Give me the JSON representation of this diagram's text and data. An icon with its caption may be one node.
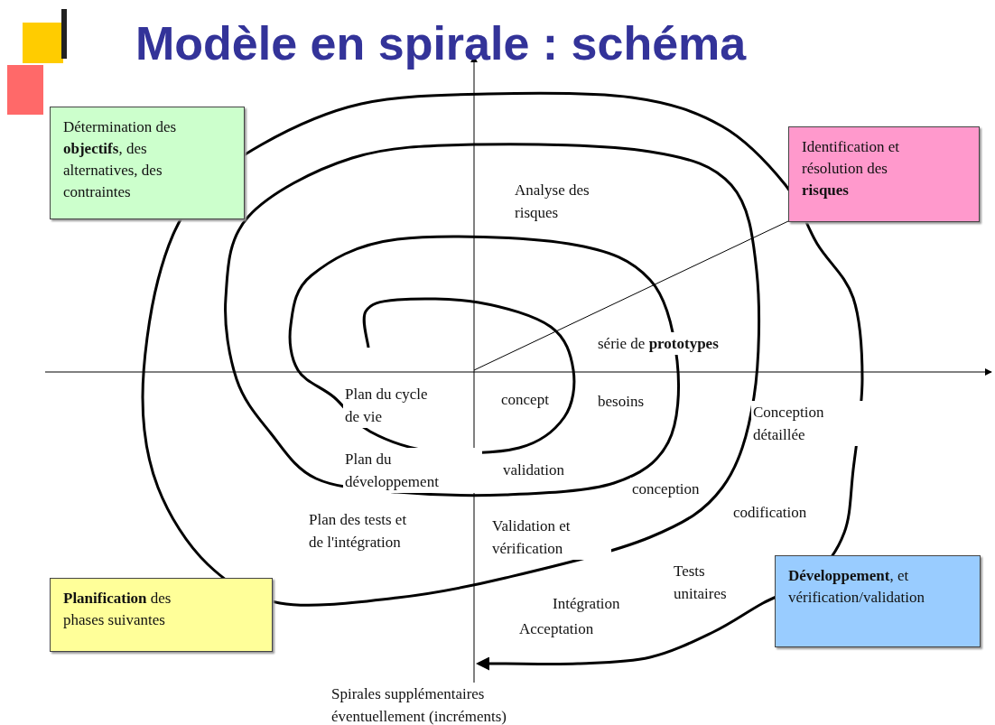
{
  "diagram": {
    "title": "Modèle en spirale : schéma",
    "nodes": [
      {
        "text": [
          "Détermination des **objectifs**, des alternatives, des contraintes"
        ]
      },
      {
        "text": [
          "Identification et résolution des **risques**"
        ]
      },
      {
        "text": [
          "**Planification** des phases suivantes"
        ]
      },
      {
        "text": [
          "**Développement**, et vérification/validation"
        ]
      }
    ],
    "edges": [
      {
        "from": null,
        "to": 1,
        "arrow": "none"
      }
    ],
    "labels": [
      "Analyse des risques",
      "série de **prototypes**",
      "Plan du cycle de vie",
      "concept",
      "besoins",
      "Conception détaillée",
      "Plan du développement",
      "validation",
      "conception",
      "Plan des tests et de l'intégration",
      "Validation et vérification",
      "codification",
      "Tests unitaires",
      "Intégration",
      "Acceptation",
      "Spirales supplémentaires éventuellement (incréments)"
    ]
  }
}
